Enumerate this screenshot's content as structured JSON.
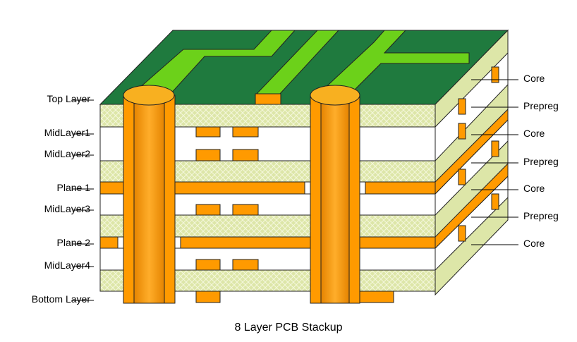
{
  "left_labels": [
    "Top Layer",
    "MidLayer1",
    "MidLayer2",
    "Plane 1",
    "MidLayer3",
    "Plane 2",
    "MidLayer4",
    "Bottom Layer"
  ],
  "right_labels": [
    "Core",
    "Prepreg",
    "Core",
    "Prepreg",
    "Core",
    "Prepreg",
    "Core"
  ],
  "caption": "8 Layer PCB Stackup",
  "colors": {
    "solder_mask": "#1f7a3e",
    "trace": "#6cd11a",
    "copper": "#ff9a00",
    "prepreg": "#dde6a8",
    "core": "#ffffff"
  }
}
